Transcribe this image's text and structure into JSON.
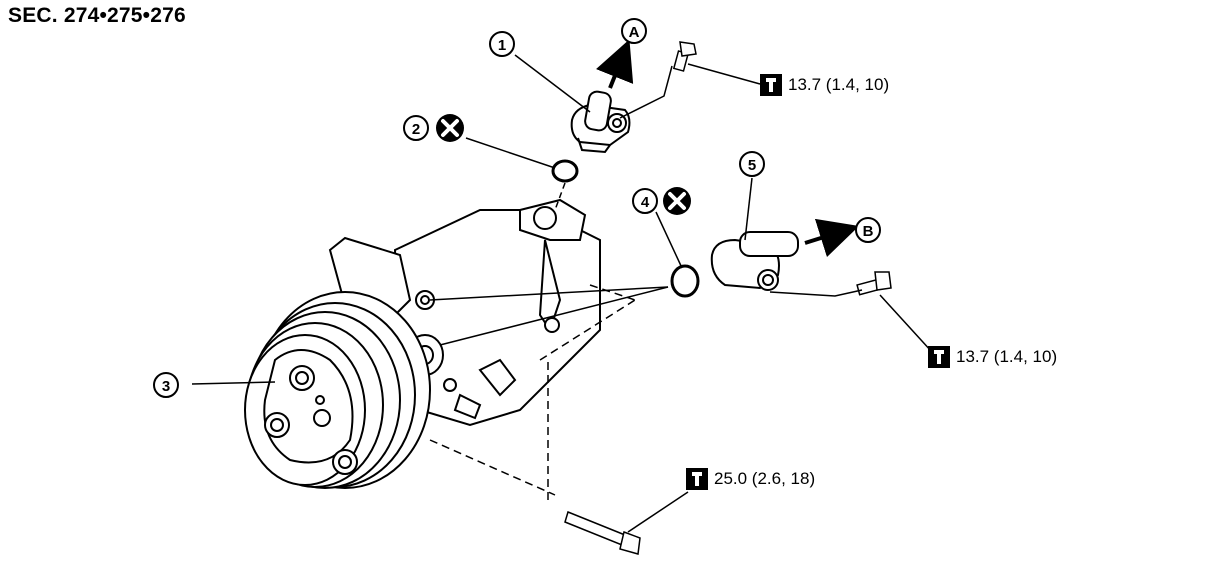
{
  "section": "SEC. 274•275•276",
  "callouts": [
    {
      "id": "1",
      "label": "①"
    },
    {
      "id": "2",
      "label": "②"
    },
    {
      "id": "3",
      "label": "③"
    },
    {
      "id": "4",
      "label": "④"
    },
    {
      "id": "5",
      "label": "⑤"
    }
  ],
  "arrows": {
    "a": "A",
    "b": "B"
  },
  "torques": {
    "upper_bolt": "13.7 (1.4, 10)",
    "right_bolt": "13.7 (1.4, 10)",
    "mount_bolt": "25.0 (2.6, 18)"
  },
  "icons": {
    "wrench": "torque-wrench-icon",
    "no_reuse": "do-not-reuse-x-icon"
  }
}
